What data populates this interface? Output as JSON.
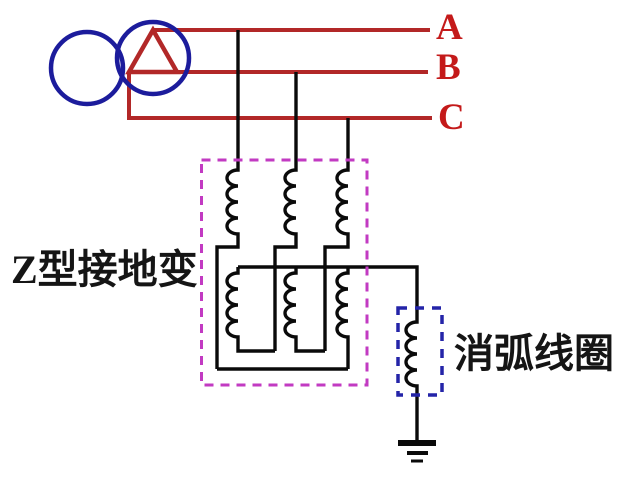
{
  "diagram": {
    "phase_labels": {
      "a": "A",
      "b": "B",
      "c": "C"
    },
    "zigzag_transformer_label": "Z型接地变",
    "arc_suppression_coil_label": "消弧线圈",
    "colors": {
      "phase_line": "#b22828",
      "phase_text": "#c41a1a",
      "wire": "#0a0a0a",
      "source_circle": "#1c1c9c",
      "zigzag_box": "#c23ac2",
      "arc_box": "#2424a8",
      "background": "#ffffff"
    }
  }
}
